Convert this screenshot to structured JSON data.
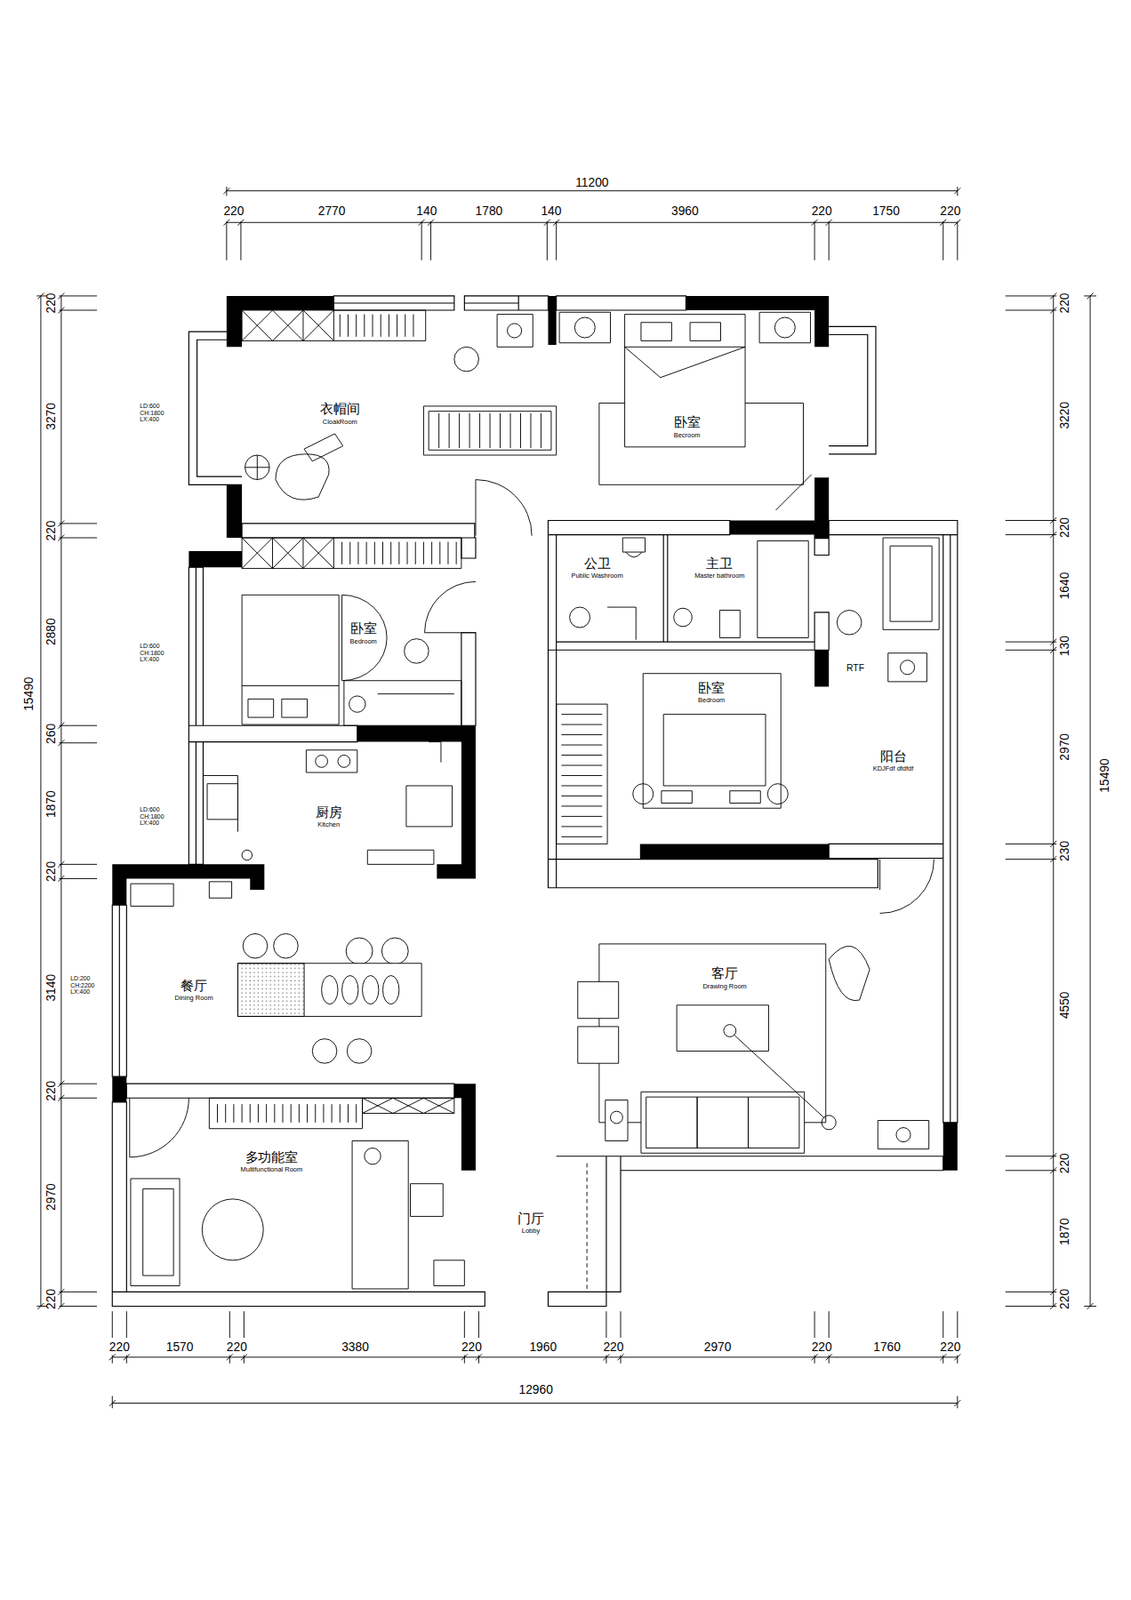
{
  "diagram": {
    "nodes": [
      {
        "text": [
          "衣帽间",
          "CloakRoom"
        ]
      },
      {
        "text": [
          "卧室",
          "Becroom"
        ]
      },
      {
        "text": [
          "公卫",
          "Public Washroom"
        ]
      },
      {
        "text": [
          "主卫",
          "Master bathroom"
        ]
      },
      {
        "text": [
          "卧室",
          "Bedroom"
        ]
      },
      {
        "text": [
          "卧室",
          "Bedroom"
        ]
      },
      {
        "text": [
          "阳台",
          "KDJFdf dfdfdf"
        ]
      },
      {
        "text": [
          "厨房",
          "Kitchen"
        ]
      },
      {
        "text": [
          "餐厅",
          "Dining Room"
        ]
      },
      {
        "text": [
          "客厅",
          "Drawing Room"
        ]
      },
      {
        "text": [
          "多功能室",
          "Multifunctional Room"
        ]
      },
      {
        "text": [
          "门厅",
          "Lobby"
        ]
      }
    ],
    "labels": [
      "11200",
      "220",
      "2770",
      "140",
      "1780",
      "140",
      "3960",
      "220",
      "1750",
      "220",
      "220",
      "3270",
      "220",
      "2880",
      "260",
      "1870",
      "220",
      "3140",
      "220",
      "2970",
      "220",
      "15490",
      "220",
      "3220",
      "220",
      "1640",
      "130",
      "2970",
      "230",
      "4550",
      "220",
      "1870",
      "220",
      "15490",
      "220",
      "1570",
      "220",
      "3380",
      "220",
      "1960",
      "220",
      "2970",
      "220",
      "1760",
      "220",
      "12960",
      "LD:600 CH:1800 LX:400",
      "LD:600 CH:1800 LX:400",
      "LD:600 CH:1800 LX:400",
      "LD:200 CH:2200 LX:400",
      "RTF"
    ]
  }
}
